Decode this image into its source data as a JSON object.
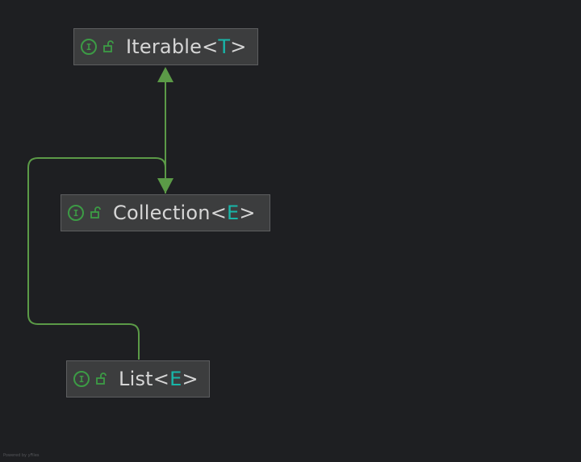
{
  "diagram": {
    "background": "#1e1f22",
    "edge_color": "#5b9a47",
    "nodes": [
      {
        "id": "iterable",
        "name": "Iterable",
        "open": "<",
        "param": "T",
        "close": ">",
        "kind": "interface",
        "icon": "interface-icon",
        "access_icon": "unlocked-icon"
      },
      {
        "id": "collection",
        "name": "Collection",
        "open": "<",
        "param": "E",
        "close": ">",
        "kind": "interface",
        "icon": "interface-icon",
        "access_icon": "unlocked-icon"
      },
      {
        "id": "list",
        "name": "List",
        "open": "<",
        "param": "E",
        "close": ">",
        "kind": "interface",
        "icon": "interface-icon",
        "access_icon": "unlocked-icon"
      }
    ],
    "edges": [
      {
        "from": "collection",
        "to": "iterable",
        "type": "extends"
      },
      {
        "from": "list",
        "to": "collection",
        "type": "extends"
      }
    ],
    "icon_letter": "I"
  },
  "footer": {
    "watermark": "Powered by yFiles"
  }
}
